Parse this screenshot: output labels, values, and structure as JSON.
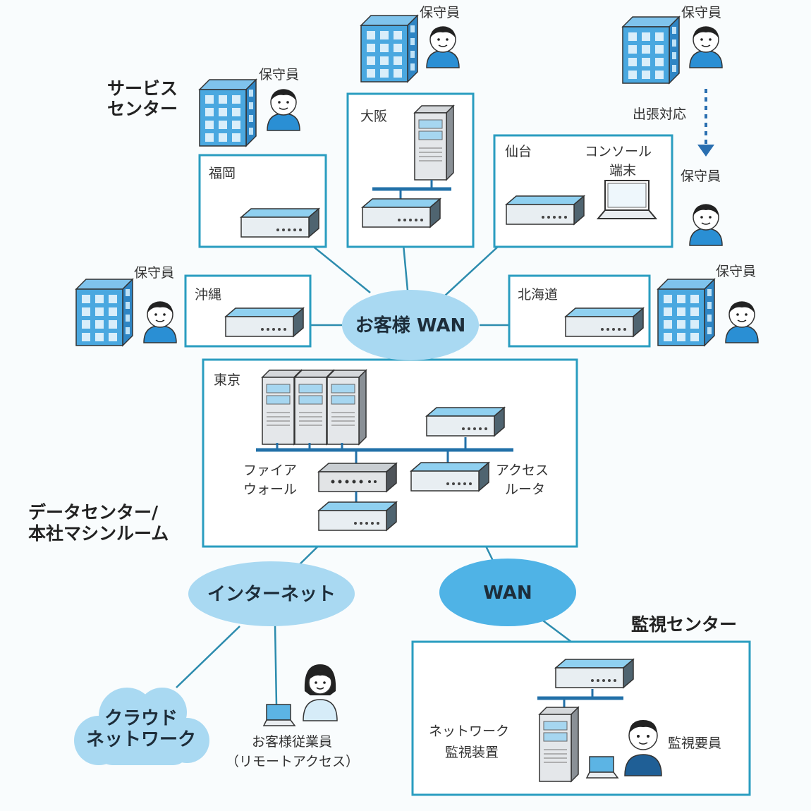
{
  "labels": {
    "service_center": [
      "サービス",
      "センター"
    ],
    "maintenance_staff": "保守員",
    "osaka": "大阪",
    "fukuoka": "福岡",
    "sendai": "仙台",
    "console_terminal": [
      "コンソール",
      "端末"
    ],
    "business_trip": "出張対応",
    "okinawa": "沖縄",
    "hokkaido": "北海道",
    "customer_wan": "お客様 WAN",
    "tokyo": "東京",
    "firewall": [
      "ファイア",
      "ウォール"
    ],
    "access_router": [
      "アクセス",
      "ルータ"
    ],
    "datacenter": [
      "データセンター/",
      "本社マシンルーム"
    ],
    "internet": "インターネット",
    "wan": "WAN",
    "monitoring_center": "監視センター",
    "cloud_network": [
      "クラウド",
      "ネットワーク"
    ],
    "customer_employee": [
      "お客様従業員",
      "（リモートアクセス）"
    ],
    "network_monitor": [
      "ネットワーク",
      "監視装置"
    ],
    "monitoring_staff": "監視要員"
  },
  "colors": {
    "box_border": "#2a9dc0",
    "cloud_light": "#a9d9f2",
    "cloud_mid": "#4fb3e6",
    "router_top": "#8fd0f0",
    "building": "#4aa8e0",
    "person_shirt": "#2a8fd4",
    "line": "#2d8cae"
  }
}
